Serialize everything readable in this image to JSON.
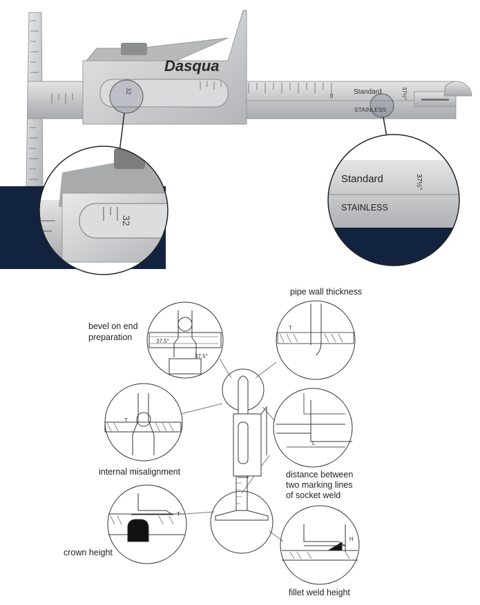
{
  "product": {
    "brand": "Dasqua",
    "scale_32": "32",
    "scale_zero": "0",
    "standard": "Standard",
    "angle": "37½°",
    "stainless": "STAINLESS"
  },
  "zoom_right": {
    "standard": "Standard",
    "angle": "37½°",
    "stainless": "STAINLESS"
  },
  "zoom_left": {
    "scale_32": "32"
  },
  "diagram": {
    "pipe_wall": "pipe wall thickness",
    "bevel_line1": "bevel on end",
    "bevel_line2": "preparation",
    "angle_a": "37.5°",
    "angle_b": "37.5°",
    "misalignment": "internal misalignment",
    "distance_line1": "distance between",
    "distance_line2": "two marking lines",
    "distance_line3": "of socket weld",
    "crown": "crown height",
    "fillet": "fillet weld height",
    "mark_t": "T",
    "mark_l": "L",
    "mark_h": "H"
  },
  "colors": {
    "navy": "#12233f",
    "steel": "#c9cbcd"
  }
}
